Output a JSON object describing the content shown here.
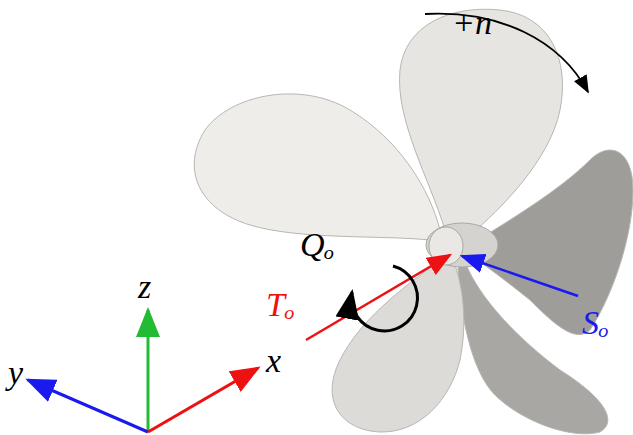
{
  "diagram": {
    "labels": [
      "+n",
      "Qₒ",
      "Tₒ",
      "Sₒ",
      "z",
      "y",
      "x"
    ]
  }
}
